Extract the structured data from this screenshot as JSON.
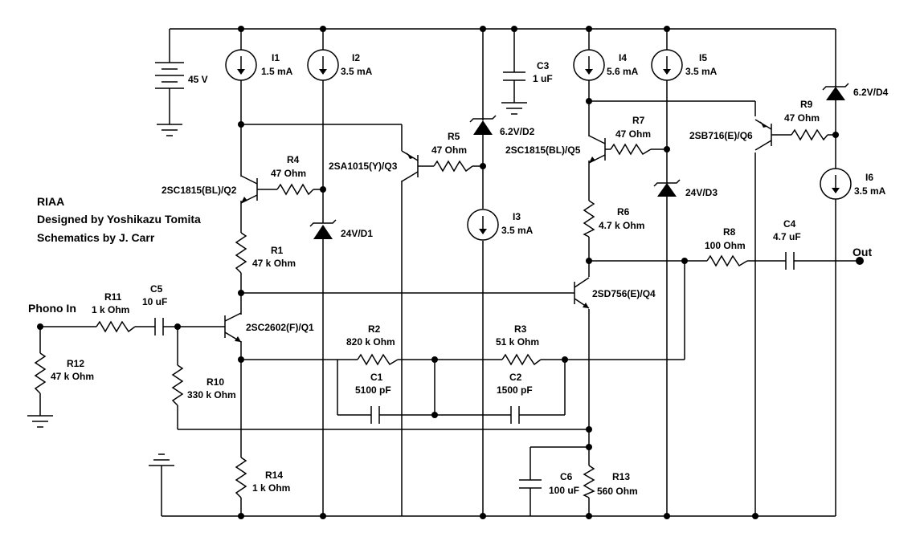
{
  "title_block": {
    "line1": "RIAA",
    "line2": "Designed by Yoshikazu Tomita",
    "line3": "Schematics by J. Carr"
  },
  "io": {
    "input": "Phono In",
    "output": "Out"
  },
  "supply": {
    "value": "45 V"
  },
  "sources": {
    "I1": {
      "name": "I1",
      "value": "1.5 mA"
    },
    "I2": {
      "name": "I2",
      "value": "3.5 mA"
    },
    "I3": {
      "name": "I3",
      "value": "3.5 mA"
    },
    "I4": {
      "name": "I4",
      "value": "5.6 mA"
    },
    "I5": {
      "name": "I5",
      "value": "3.5 mA"
    },
    "I6": {
      "name": "I6",
      "value": "3.5 mA"
    }
  },
  "resistors": {
    "R1": {
      "name": "R1",
      "value": "47 k Ohm"
    },
    "R2": {
      "name": "R2",
      "value": "820 k Ohm"
    },
    "R3": {
      "name": "R3",
      "value": "51 k Ohm"
    },
    "R4": {
      "name": "R4",
      "value": "47  Ohm"
    },
    "R5": {
      "name": "R5",
      "value": "47  Ohm"
    },
    "R6": {
      "name": "R6",
      "value": "4.7 k Ohm"
    },
    "R7": {
      "name": "R7",
      "value": "47  Ohm"
    },
    "R8": {
      "name": "R8",
      "value": "100  Ohm"
    },
    "R9": {
      "name": "R9",
      "value": "47  Ohm"
    },
    "R10": {
      "name": "R10",
      "value": "330 k Ohm"
    },
    "R11": {
      "name": "R11",
      "value": "1 k Ohm"
    },
    "R12": {
      "name": "R12",
      "value": "47 k Ohm"
    },
    "R13": {
      "name": "R13",
      "value": "560  Ohm"
    },
    "R14": {
      "name": "R14",
      "value": "1 k Ohm"
    }
  },
  "capacitors": {
    "C1": {
      "name": "C1",
      "value": "5100 pF"
    },
    "C2": {
      "name": "C2",
      "value": "1500 pF"
    },
    "C3": {
      "name": "C3",
      "value": "1 uF"
    },
    "C4": {
      "name": "C4",
      "value": "4.7 uF"
    },
    "C5": {
      "name": "C5",
      "value": "10 uF"
    },
    "C6": {
      "name": "C6",
      "value": "100 uF"
    }
  },
  "diodes": {
    "D1": "24V/D1",
    "D2": "6.2V/D2",
    "D3": "24V/D3",
    "D4": "6.2V/D4"
  },
  "transistors": {
    "Q1": "2SC2602(F)/Q1",
    "Q2": "2SC1815(BL)/Q2",
    "Q3": "2SA1015(Y)/Q3",
    "Q4": "2SD756(E)/Q4",
    "Q5": "2SC1815(BL)/Q5",
    "Q6": "2SB716(E)/Q6"
  }
}
